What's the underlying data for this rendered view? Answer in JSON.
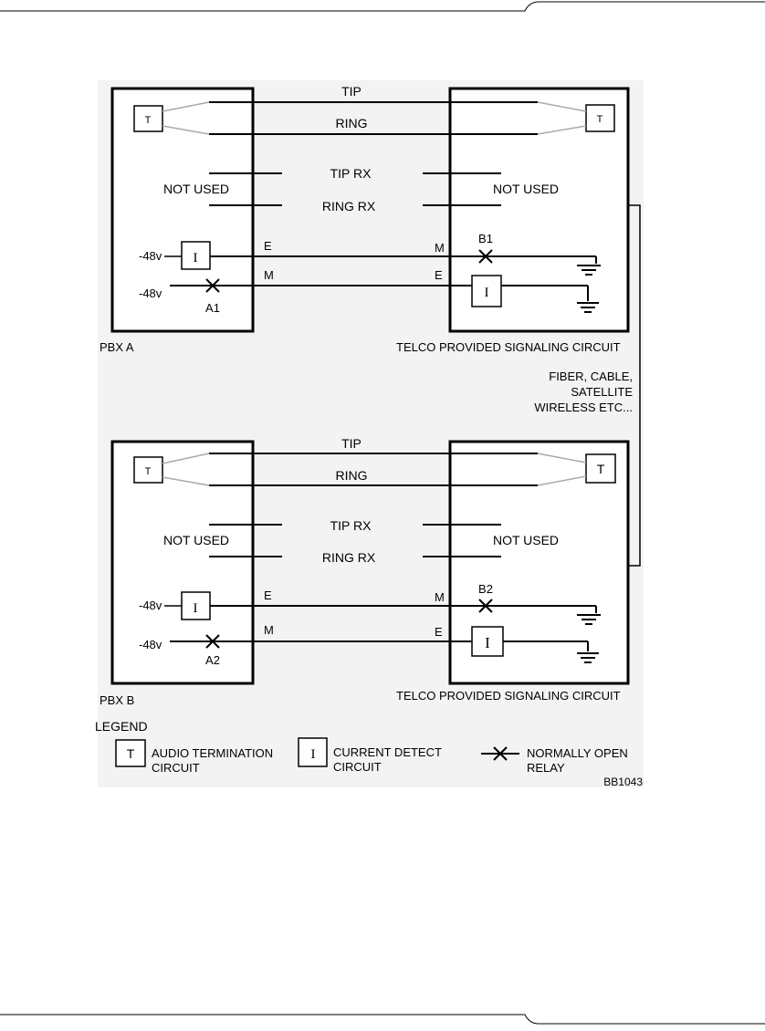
{
  "diagram": {
    "upper": {
      "pbx_label": "PBX A",
      "telco_label": "TELCO PROVIDED SIGNALING CIRCUIT",
      "tip": "TIP",
      "ring": "RING",
      "tip_rx": "TIP RX",
      "ring_rx": "RING RX",
      "not_used_left": "NOT USED",
      "not_used_right": "NOT USED",
      "v_top": "-48v",
      "v_bottom": "-48v",
      "e_left": "E",
      "m_left": "M",
      "m_right": "M",
      "e_right": "E",
      "relay_left": "A1",
      "relay_right": "B1",
      "t_left": "T",
      "t_right": "T",
      "i_left": "I",
      "i_right": "I"
    },
    "lower": {
      "pbx_label": "PBX B",
      "telco_label": "TELCO PROVIDED SIGNALING CIRCUIT",
      "tip": "TIP",
      "ring": "RING",
      "tip_rx": "TIP RX",
      "ring_rx": "RING RX",
      "not_used_left": "NOT USED",
      "not_used_right": "NOT USED",
      "v_top": "-48v",
      "v_bottom": "-48v",
      "e_left": "E",
      "m_left": "M",
      "m_right": "M",
      "e_right": "E",
      "relay_left": "A2",
      "relay_right": "B2",
      "t_left": "T",
      "t_right": "T",
      "i_left": "I",
      "i_right": "I"
    },
    "link_label": [
      "FIBER, CABLE,",
      "SATELLITE",
      "WIRELESS ETC..."
    ],
    "legend": {
      "title": "LEGEND",
      "t_symbol": "T",
      "t_label": [
        "AUDIO TERMINATION",
        "CIRCUIT"
      ],
      "i_symbol": "I",
      "i_label": [
        "CURRENT DETECT",
        "CIRCUIT"
      ],
      "relay_label": [
        "NORMALLY OPEN",
        "RELAY"
      ]
    },
    "figure_id": "BB1043"
  }
}
